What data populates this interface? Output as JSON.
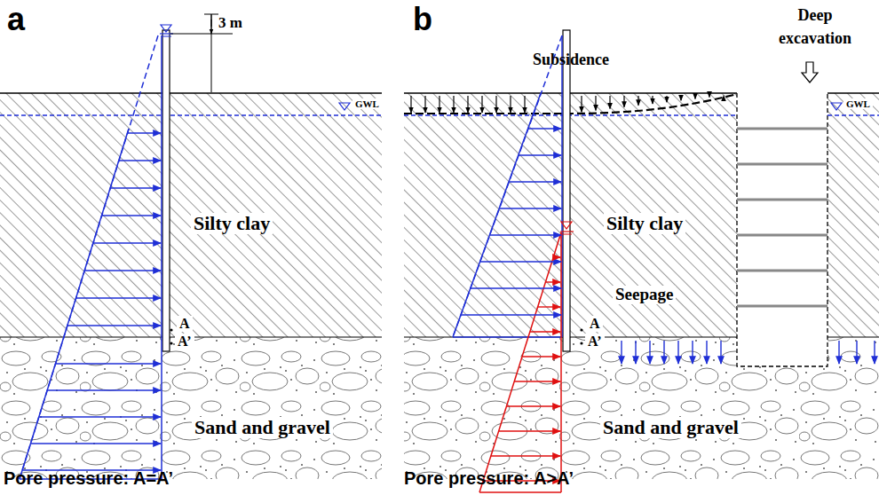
{
  "diagram": {
    "labels": [
      "a",
      "3 m",
      "GWL",
      "Silty clay",
      "A",
      "A’",
      "Sand and gravel",
      "Pore pressure: A=A’",
      "b",
      "Subsidence",
      "Deep excavation",
      "GWL",
      "Silty clay",
      "Seepage",
      "A",
      "A’",
      "Sand and gravel",
      "Pore pressure: A>A’"
    ]
  }
}
